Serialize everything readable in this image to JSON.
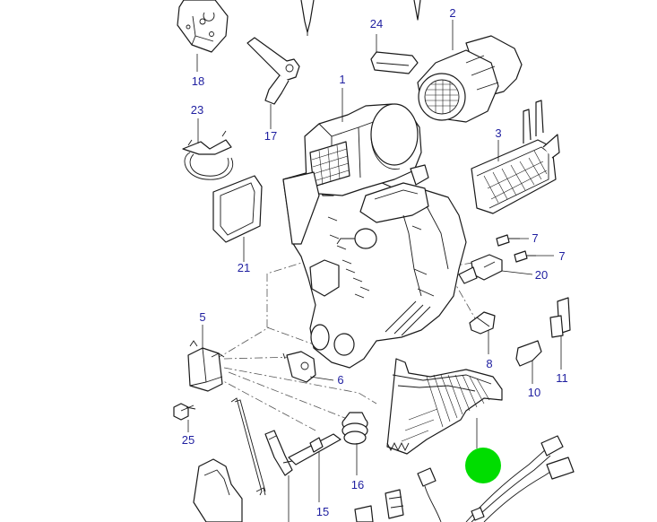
{
  "callouts": {
    "c1": "1",
    "c2": "2",
    "c3": "3",
    "c5": "5",
    "c6": "6",
    "c7a": "7",
    "c7b": "7",
    "c8": "8",
    "c10": "10",
    "c11": "11",
    "c15": "15",
    "c16": "16",
    "c17": "17",
    "c18": "18",
    "c20": "20",
    "c21": "21",
    "c23": "23",
    "c24": "24",
    "c25": "25"
  },
  "colors": {
    "callout_text": "#1f1fa0",
    "marker": "#00dd00",
    "line": "#1a1a1a"
  }
}
